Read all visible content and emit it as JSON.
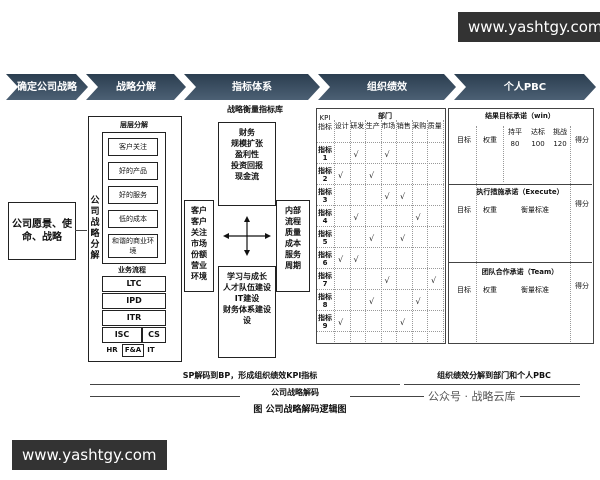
{
  "watermark_top": "www.yashtgy.com",
  "watermark_bottom": "www.yashtgy.com",
  "chevrons": [
    "确定公司战略",
    "战略分解",
    "指标体系",
    "组织绩效",
    "个人PBC"
  ],
  "vision": "公司愿景、使命、战略",
  "decomp": {
    "level_title": "层层分解",
    "level_items": [
      "客户关注",
      "好的产品",
      "好的服务",
      "低的成本",
      "和谐的商业环境"
    ],
    "side_label": "公司战略分解",
    "process_title": "业务流程",
    "process_items": [
      "LTC",
      "IPD",
      "ITR"
    ],
    "process_row": [
      "ISC",
      "CS"
    ],
    "support": [
      "HR",
      "F&A",
      "IT"
    ]
  },
  "kpi_lib": {
    "title": "战略衡量指标库",
    "finance": "财务\n规模扩张\n盈利性\n投资回报\n现金流",
    "customer": "客户\n客户\n关注\n市场\n份额\n营业\n环境",
    "internal": "内部\n流程\n质量\n成本\n服务\n周期",
    "learning": "学习与成长\n人才队伍建设\nIT建设\n财务体系建设\n设"
  },
  "org_table": {
    "dept_header": "部门",
    "kpi_header": "KPI指标",
    "columns": [
      "设计",
      "研发",
      "生产",
      "市场",
      "销售",
      "采购",
      "质量"
    ],
    "rows": [
      "指标1",
      "指标2",
      "指标3",
      "指标4",
      "指标5",
      "指标6",
      "指标7",
      "指标8",
      "指标9"
    ],
    "checks": [
      [
        1,
        3
      ],
      [
        0,
        2
      ],
      [
        3,
        4
      ],
      [
        1,
        5
      ],
      [
        2,
        4
      ],
      [
        0,
        1
      ],
      [
        3,
        6
      ],
      [
        2,
        5
      ],
      [
        0,
        4
      ]
    ],
    "check_mark": "√"
  },
  "pbc": {
    "result_title": "结果目标承诺（win）",
    "result_cols": [
      "目标",
      "权重",
      "持平",
      "达标",
      "挑战",
      "得分"
    ],
    "thresholds": [
      "80",
      "100",
      "120"
    ],
    "exec_title": "执行措施承诺（Execute）",
    "exec_cols": [
      "目标",
      "权重",
      "衡量标准",
      "得分"
    ],
    "team_title": "团队合作承诺（Team）",
    "team_cols": [
      "目标",
      "权重",
      "衡量标准",
      "得分"
    ]
  },
  "bottom": {
    "sp_decode": "SP解码到BP，形成组织绩效KPI指标",
    "org_to_pbc": "组织绩效分解到部门和个人PBC",
    "strategy_decode": "公司战略解码",
    "figure_caption": "图 公司战略解码逻辑图",
    "wechat": "公众号 · 战略云库"
  }
}
